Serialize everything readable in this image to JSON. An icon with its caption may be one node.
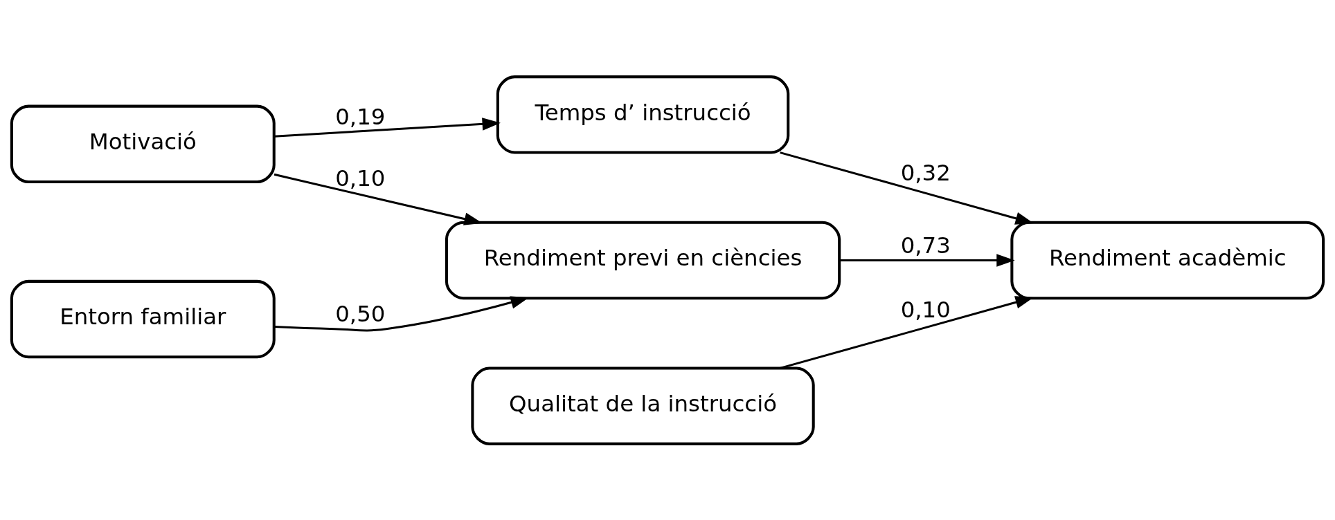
{
  "diagram": {
    "nodes": [
      {
        "text": [
          "Motivació"
        ]
      },
      {
        "text": [
          "Temps d’ instrucció"
        ]
      },
      {
        "text": [
          "Entorn familiar"
        ]
      },
      {
        "text": [
          "Rendiment previ en ciències"
        ]
      },
      {
        "text": [
          "Qualitat de la instrucció"
        ]
      },
      {
        "text": [
          "Rendiment acadèmic"
        ]
      }
    ],
    "edges": [
      {
        "from": 0,
        "to": 1,
        "arrow": "to",
        "label": "0,19"
      },
      {
        "from": 1,
        "to": 5,
        "arrow": "to",
        "label": "0,32"
      },
      {
        "from": 0,
        "to": 3,
        "arrow": "to",
        "label": "0,10"
      },
      {
        "from": 2,
        "to": 3,
        "arrow": "to",
        "label": "0,50"
      },
      {
        "from": 3,
        "to": 5,
        "arrow": "to",
        "label": "0,73"
      },
      {
        "from": 4,
        "to": 5,
        "arrow": "to",
        "label": "0,10"
      }
    ]
  }
}
